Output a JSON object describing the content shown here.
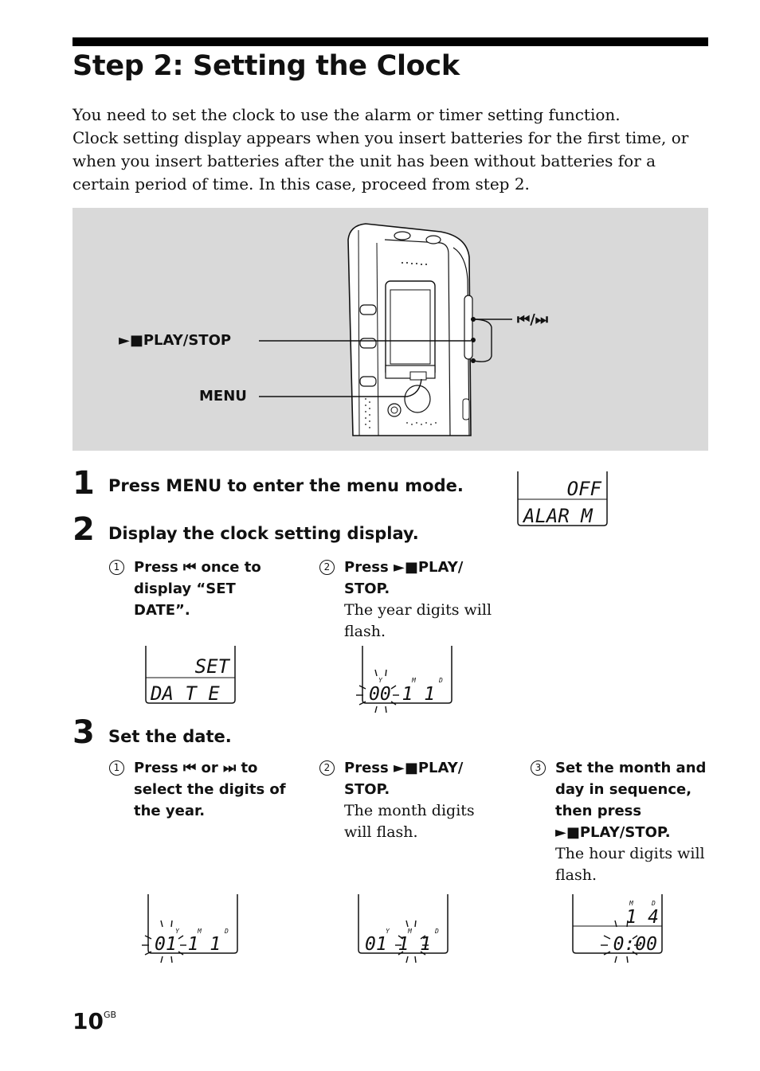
{
  "title": "Step 2: Setting the Clock",
  "intro": [
    "You need to set the clock to use the alarm or timer setting function.",
    "Clock setting display appears when you insert batteries for the first time, or when you insert batteries after the unit has been without batteries for a certain period of time. In this case, proceed from step 2."
  ],
  "figure": {
    "label_play_stop": "PLAY/STOP",
    "label_menu": "MENU",
    "label_skip": "/"
  },
  "steps": [
    {
      "number": "1",
      "heading": "Press MENU to enter the menu mode."
    },
    {
      "number": "2",
      "heading": "Display the clock setting display.",
      "subs": [
        {
          "marker": "1",
          "bold_a": "Press ",
          "bold_b": " once to display “SET DATE”."
        },
        {
          "marker": "2",
          "bold_a": "Press ",
          "bold_b": "PLAY/ STOP.",
          "plain": "The year digits will flash."
        }
      ]
    },
    {
      "number": "3",
      "heading": "Set the date.",
      "subs": [
        {
          "marker": "1",
          "bold_a": "Press ",
          "bold_mid": " or ",
          "bold_b": " to select the digits of the year."
        },
        {
          "marker": "2",
          "bold_a": "Press ",
          "bold_b": "PLAY/ STOP.",
          "plain": "The month digits will flash."
        },
        {
          "marker": "3",
          "bold_a": "Set the month and day in sequence, then press ",
          "bold_b": "PLAY/STOP.",
          "plain": "The hour digits will flash."
        }
      ]
    }
  ],
  "displays": {
    "alarm": {
      "top": "OFF",
      "bottom": "ALAR M"
    },
    "set_date": {
      "top": "SET",
      "bottom": "DA T E"
    },
    "year_flash": {
      "ymd": [
        "Y",
        "M",
        "D"
      ],
      "digits": "00 1 1"
    },
    "year_select": {
      "ymd": [
        "Y",
        "M",
        "D"
      ],
      "digits": "01 1 1"
    },
    "month_flash": {
      "ymd": [
        "Y",
        "M",
        "D"
      ],
      "digits": "01 1 1"
    },
    "hour_flash": {
      "md": [
        "M",
        "D"
      ],
      "top": "1 4",
      "bottom": "0:00"
    }
  },
  "page_number": "10",
  "page_suffix": "GB"
}
